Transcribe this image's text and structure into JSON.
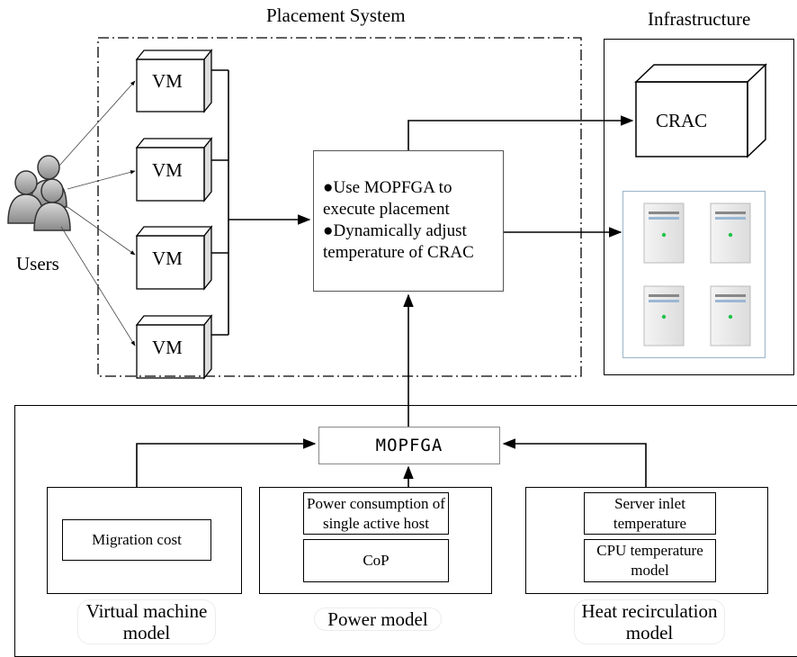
{
  "placement_system": {
    "title": "Placement System",
    "vms": [
      "VM",
      "VM",
      "VM",
      "VM"
    ],
    "controller_lines": [
      "●Use MOPFGA to",
      "execute placement",
      "●Dynamically adjust",
      "temperature of CRAC"
    ]
  },
  "users": {
    "label": "Users"
  },
  "infrastructure": {
    "title": "Infrastructure",
    "crac_label": "CRAC",
    "server_count": 4
  },
  "mopfga": {
    "label": "MOPFGA"
  },
  "models": {
    "vm_model": {
      "items": [
        "Migration cost"
      ],
      "label": "Virtual machine model"
    },
    "power_model": {
      "items": [
        "Power consumption of single active host",
        "CoP"
      ],
      "label": "Power model"
    },
    "heat_model": {
      "items": [
        "Server inlet temperature",
        "CPU temperature model"
      ],
      "label": "Heat recirculation model"
    }
  }
}
